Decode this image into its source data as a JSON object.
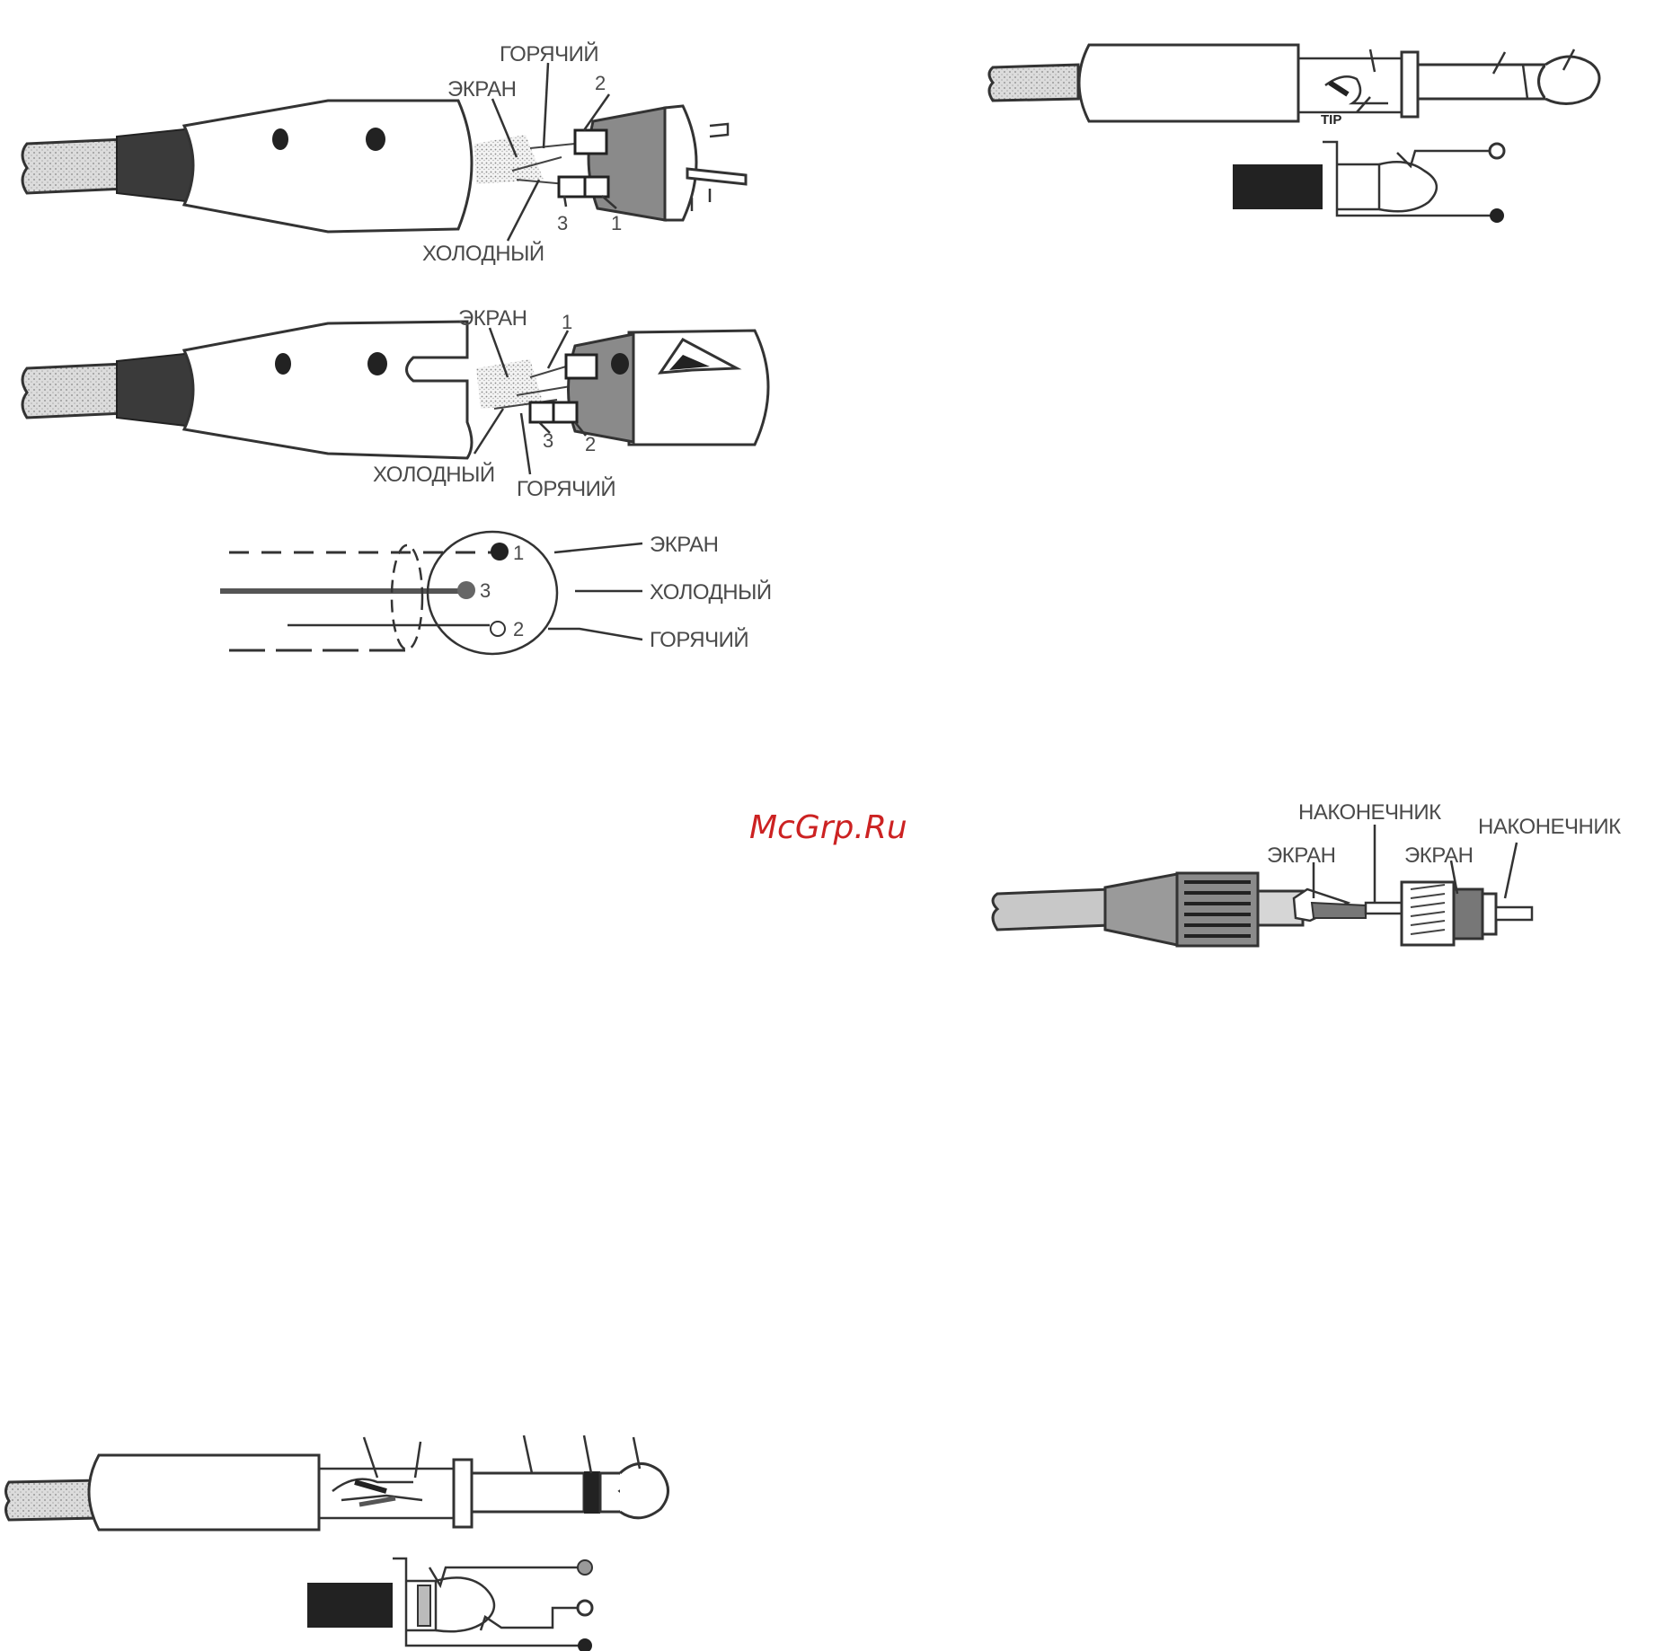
{
  "xlr_male": {
    "label_hot": "ГОРЯЧИЙ",
    "label_shield": "ЭКРАН",
    "label_cold": "ХОЛОДНЫЙ",
    "pin_2": "2",
    "pin_3": "3",
    "pin_1": "1"
  },
  "xlr_female": {
    "label_shield": "ЭКРАН",
    "label_cold": "ХОЛОДНЫЙ",
    "label_hot": "ГОРЯЧИЙ",
    "pin_1": "1",
    "pin_3": "3",
    "pin_2": "2"
  },
  "xlr_schematic": {
    "pin_1": "1",
    "pin_3": "3",
    "pin_2": "2",
    "label_shield": "ЭКРАН",
    "label_cold": "ХОЛОДНЫЙ",
    "label_hot": "ГОРЯЧИЙ"
  },
  "mono_jack": {
    "label_tip": "TIP"
  },
  "rca": {
    "label_tip_left": "НАКОНЕЧНИК",
    "label_tip_right": "НАКОНЕЧНИК",
    "label_shield_left": "ЭКРАН",
    "label_shield_right": "ЭКРАН"
  },
  "watermark": "McGrp.Ru",
  "colors": {
    "watermark": "#cc2222",
    "outline": "#333333",
    "cable": "#c8c8c8",
    "dark_band": "#3a3a3a",
    "gray_collar": "#8a8a8a"
  }
}
